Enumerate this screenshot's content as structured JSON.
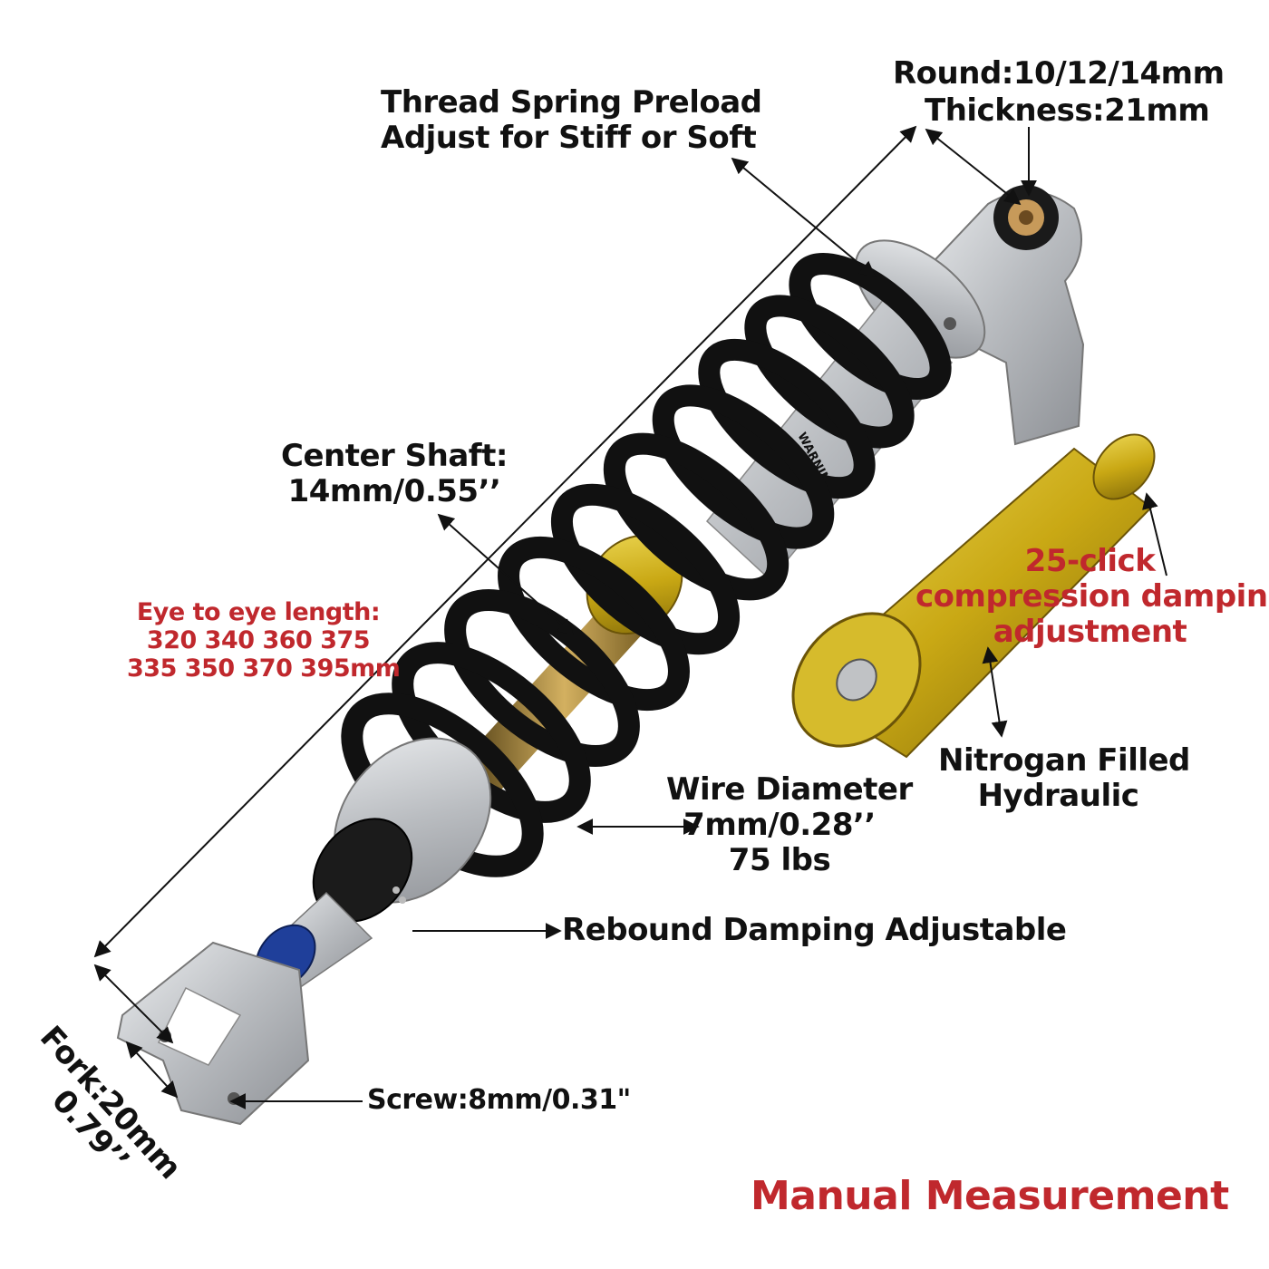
{
  "colors": {
    "accent_red": "#c0282d",
    "text": "#111111",
    "spring": "#111111",
    "body_silver": "#c9cbce",
    "reservoir_gold": "#c9a814",
    "rod_gold": "#8a6a1c",
    "nut_blue": "#1f3f9a"
  },
  "labels": {
    "round": "Round:10/12/14mm",
    "thickness": "Thickness:21mm",
    "preload_line1": "Thread Spring Preload",
    "preload_line2": "Adjust for Stiff or Soft",
    "center_shaft_line1": "Center Shaft:",
    "center_shaft_line2": "14mm/0.55’’",
    "eye_line1": "Eye to eye length:",
    "eye_line2": "320 340 360 375",
    "eye_line3": "335 350 370 395mm",
    "click_line1": "25-click",
    "click_line2": "compression damping",
    "click_line3": "adjustment",
    "nitrogen_line1": "Nitrogan Filled",
    "nitrogen_line2": "Hydraulic",
    "wire_line1": "Wire Diameter",
    "wire_line2": "7mm/0.28’’",
    "wire_line3": "75 lbs",
    "rebound": "Rebound Damping Adjustable",
    "screw": "Screw:8mm/0.31\"",
    "fork_line1": "Fork:20mm",
    "fork_line2": "0.79’’",
    "manual": "Manual Measurement",
    "warning_sticker": "WARNING"
  }
}
